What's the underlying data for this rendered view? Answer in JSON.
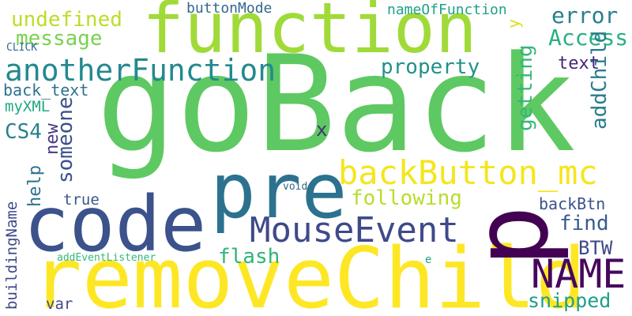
{
  "title": "",
  "words": [
    {
      "id": "goBack",
      "text": "goBack",
      "color": "#5ec962",
      "vertical": false
    },
    {
      "id": "function",
      "text": "function",
      "color": "#a0da39",
      "vertical": false
    },
    {
      "id": "code",
      "text": "code",
      "color": "#3b528b",
      "vertical": false
    },
    {
      "id": "removeChild",
      "text": "removeChild",
      "color": "#fde725",
      "vertical": false
    },
    {
      "id": "pre",
      "text": "pre",
      "color": "#2c728e",
      "vertical": false
    },
    {
      "id": "p",
      "text": "p",
      "color": "#440154",
      "vertical": true
    },
    {
      "id": "backButton_mc",
      "text": "backButton_mc",
      "color": "#f4e61e",
      "vertical": false
    },
    {
      "id": "MouseEvent",
      "text": "MouseEvent",
      "color": "#3e4a89",
      "vertical": false
    },
    {
      "id": "NAME",
      "text": "NAME",
      "color": "#46085c",
      "vertical": false
    },
    {
      "id": "anotherFunction",
      "text": "anotherFunction",
      "color": "#23898e",
      "vertical": false
    },
    {
      "id": "undefined",
      "text": "undefined",
      "color": "#bade28",
      "vertical": false
    },
    {
      "id": "message",
      "text": "message",
      "color": "#7ad151",
      "vertical": false
    },
    {
      "id": "buttonMode",
      "text": "buttonMode",
      "color": "#31688e",
      "vertical": false
    },
    {
      "id": "nameOfFunction",
      "text": "nameOfFunction",
      "color": "#1fa187",
      "vertical": false
    },
    {
      "id": "y",
      "text": "y",
      "color": "#d8e219",
      "vertical": true
    },
    {
      "id": "error",
      "text": "error",
      "color": "#277f8e",
      "vertical": false
    },
    {
      "id": "Access",
      "text": "Access",
      "color": "#2ab07f",
      "vertical": false
    },
    {
      "id": "CLICK",
      "text": "CLICK",
      "color": "#31688e",
      "vertical": false
    },
    {
      "id": "text",
      "text": "text",
      "color": "#482576",
      "vertical": false
    },
    {
      "id": "property",
      "text": "property",
      "color": "#21918c",
      "vertical": false
    },
    {
      "id": "back_text",
      "text": "back_text",
      "color": "#2c728e",
      "vertical": false
    },
    {
      "id": "myXML",
      "text": "myXML",
      "color": "#22a884",
      "vertical": false
    },
    {
      "id": "CS4",
      "text": "CS4",
      "color": "#26828e",
      "vertical": false
    },
    {
      "id": "getting",
      "text": "getting",
      "color": "#35b779",
      "vertical": true
    },
    {
      "id": "addChild",
      "text": "addChild",
      "color": "#287d8e",
      "vertical": true
    },
    {
      "id": "someone",
      "text": "someone",
      "color": "#3b528b",
      "vertical": true
    },
    {
      "id": "new",
      "text": "new",
      "color": "#443983",
      "vertical": true
    },
    {
      "id": "help",
      "text": "help",
      "color": "#2c728e",
      "vertical": true
    },
    {
      "id": "x",
      "text": "x",
      "color": "#472d7b",
      "vertical": false
    },
    {
      "id": "void",
      "text": "void",
      "color": "#31688e",
      "vertical": false
    },
    {
      "id": "following",
      "text": "following",
      "color": "#b5de2b",
      "vertical": false
    },
    {
      "id": "true",
      "text": "true",
      "color": "#39568c",
      "vertical": false
    },
    {
      "id": "buildingName",
      "text": "buildingName",
      "color": "#3e4989",
      "vertical": true
    },
    {
      "id": "backBtn",
      "text": "backBtn",
      "color": "#3b528b",
      "vertical": false
    },
    {
      "id": "find",
      "text": "find",
      "color": "#365c8d",
      "vertical": false
    },
    {
      "id": "BTW",
      "text": "BTW",
      "color": "#3e4a89",
      "vertical": false
    },
    {
      "id": "flash",
      "text": "flash",
      "color": "#2fb47c",
      "vertical": false
    },
    {
      "id": "addEventListener",
      "text": "addEventListener",
      "color": "#35b779",
      "vertical": false
    },
    {
      "id": "e",
      "text": "e",
      "color": "#20a386",
      "vertical": false
    },
    {
      "id": "var",
      "text": "var",
      "color": "#3e4989",
      "vertical": false
    },
    {
      "id": "snipped",
      "text": "snipped",
      "color": "#1f9e89",
      "vertical": false
    }
  ]
}
